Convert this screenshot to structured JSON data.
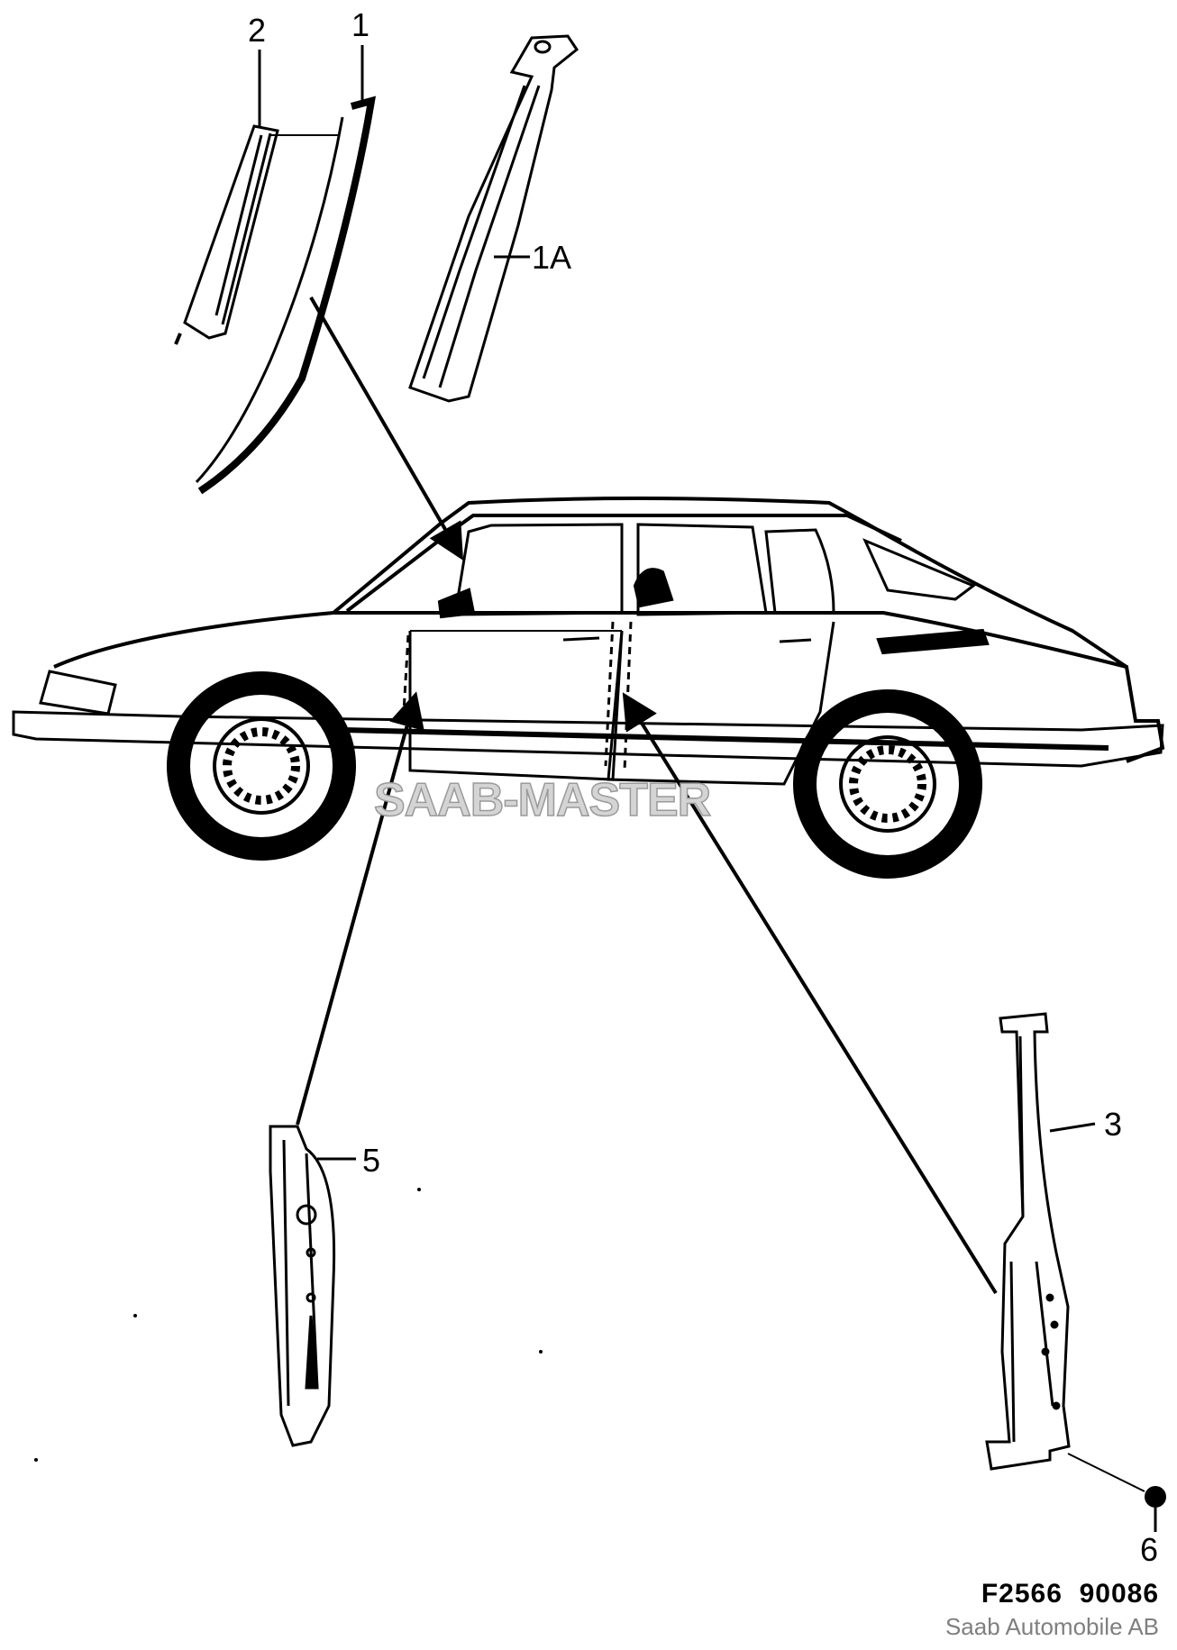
{
  "callouts": {
    "c1": "1",
    "c2": "2",
    "c1a": "1A",
    "c3": "3",
    "c5": "5",
    "c6": "6"
  },
  "watermark": "SAAB-MASTER",
  "figure_code": "F2566  90086",
  "copyright": "Saab Automobile AB"
}
